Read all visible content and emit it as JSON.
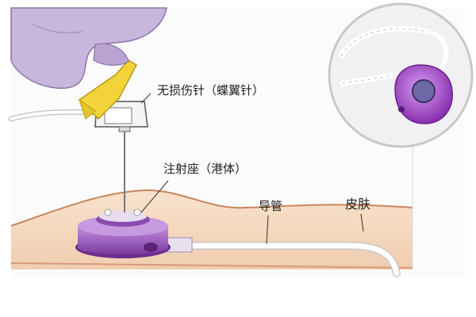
{
  "labels": {
    "needle": "无损伤针（蝶翼针）",
    "port": "注射座（港体）",
    "catheter": "导管",
    "skin": "皮肤"
  },
  "colors": {
    "port_purple": "#9b59b6",
    "glove": "#c9b6dd",
    "needle_wing": "#f2d43a",
    "skin_fill": "#f6dcc4",
    "skin_edge": "#c98560"
  }
}
